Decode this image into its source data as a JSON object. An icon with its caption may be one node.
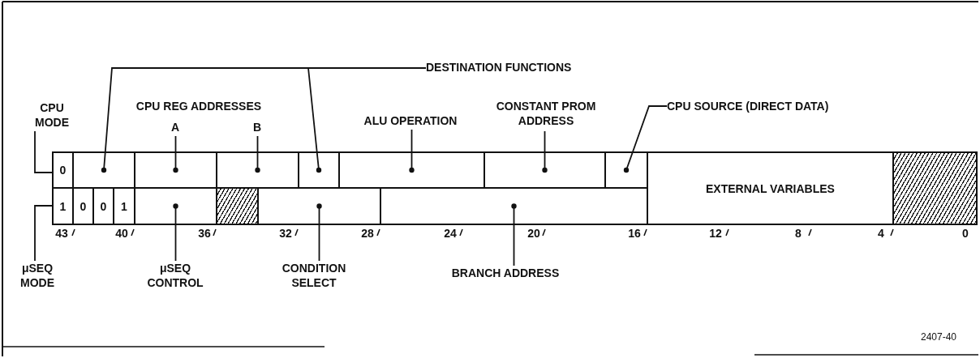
{
  "diagram": {
    "nodes": [
      {
        "text": [
          "DESTINATION FUNCTIONS"
        ]
      },
      {
        "text": [
          "CPU MODE"
        ]
      },
      {
        "text": [
          "A"
        ]
      },
      {
        "text": [
          "B"
        ]
      },
      {
        "text": [
          "ALU OPERATION"
        ]
      },
      {
        "text": [
          "CONSTANT PROM ADDRESS"
        ]
      },
      {
        "text": [
          "CPU SOURCE (DIRECT DATA)"
        ]
      },
      {
        "text": [
          "0"
        ]
      },
      {
        "text": [],
        "shape": "box"
      },
      {
        "text": [],
        "shape": "box"
      },
      {
        "text": [],
        "shape": "box"
      },
      {
        "text": [],
        "shape": "box"
      },
      {
        "text": [],
        "shape": "box"
      },
      {
        "text": [],
        "shape": "box"
      },
      {
        "text": [],
        "shape": "box"
      },
      {
        "text": [
          "EXTERNAL VARIABLES"
        ]
      },
      {
        "text": [],
        "shape": "box"
      },
      {
        "text": [
          "1"
        ]
      },
      {
        "text": [
          "0"
        ]
      },
      {
        "text": [
          "0"
        ]
      },
      {
        "text": [
          "1"
        ]
      },
      {
        "text": [],
        "shape": "box"
      },
      {
        "text": [],
        "shape": "box"
      },
      {
        "text": [],
        "shape": "box"
      },
      {
        "text": [],
        "shape": "box"
      },
      {
        "text": [
          "μSEQ MODE"
        ]
      },
      {
        "text": [
          "μSEQ CONTROL"
        ]
      },
      {
        "text": [
          "CONDITION SELECT"
        ]
      },
      {
        "text": [
          "BRANCH ADDRESS"
        ]
      }
    ],
    "edges": [
      {
        "from": 0,
        "to": 8,
        "arrow": "other"
      },
      {
        "from": 0,
        "to": 11,
        "arrow": "other"
      },
      {
        "from": 1,
        "to": 7,
        "arrow": "none"
      },
      {
        "from": 2,
        "to": 9,
        "arrow": "other"
      },
      {
        "from": 3,
        "to": 10,
        "arrow": "other"
      },
      {
        "from": 4,
        "to": 12,
        "arrow": "other"
      },
      {
        "from": 5,
        "to": 13,
        "arrow": "other"
      },
      {
        "from": 6,
        "to": 14,
        "arrow": "other"
      },
      {
        "from": 25,
        "to": 17,
        "arrow": "none"
      },
      {
        "from": 26,
        "to": 21,
        "arrow": "other"
      },
      {
        "from": 27,
        "to": 23,
        "arrow": "other"
      },
      {
        "from": 28,
        "to": 24,
        "arrow": "other"
      }
    ],
    "labels": [
      "CPU REG ADDRESSES",
      "43",
      "40",
      "36",
      "32",
      "28",
      "24",
      "20",
      "16",
      "12",
      "8",
      "4",
      "0",
      "2407-40"
    ]
  }
}
